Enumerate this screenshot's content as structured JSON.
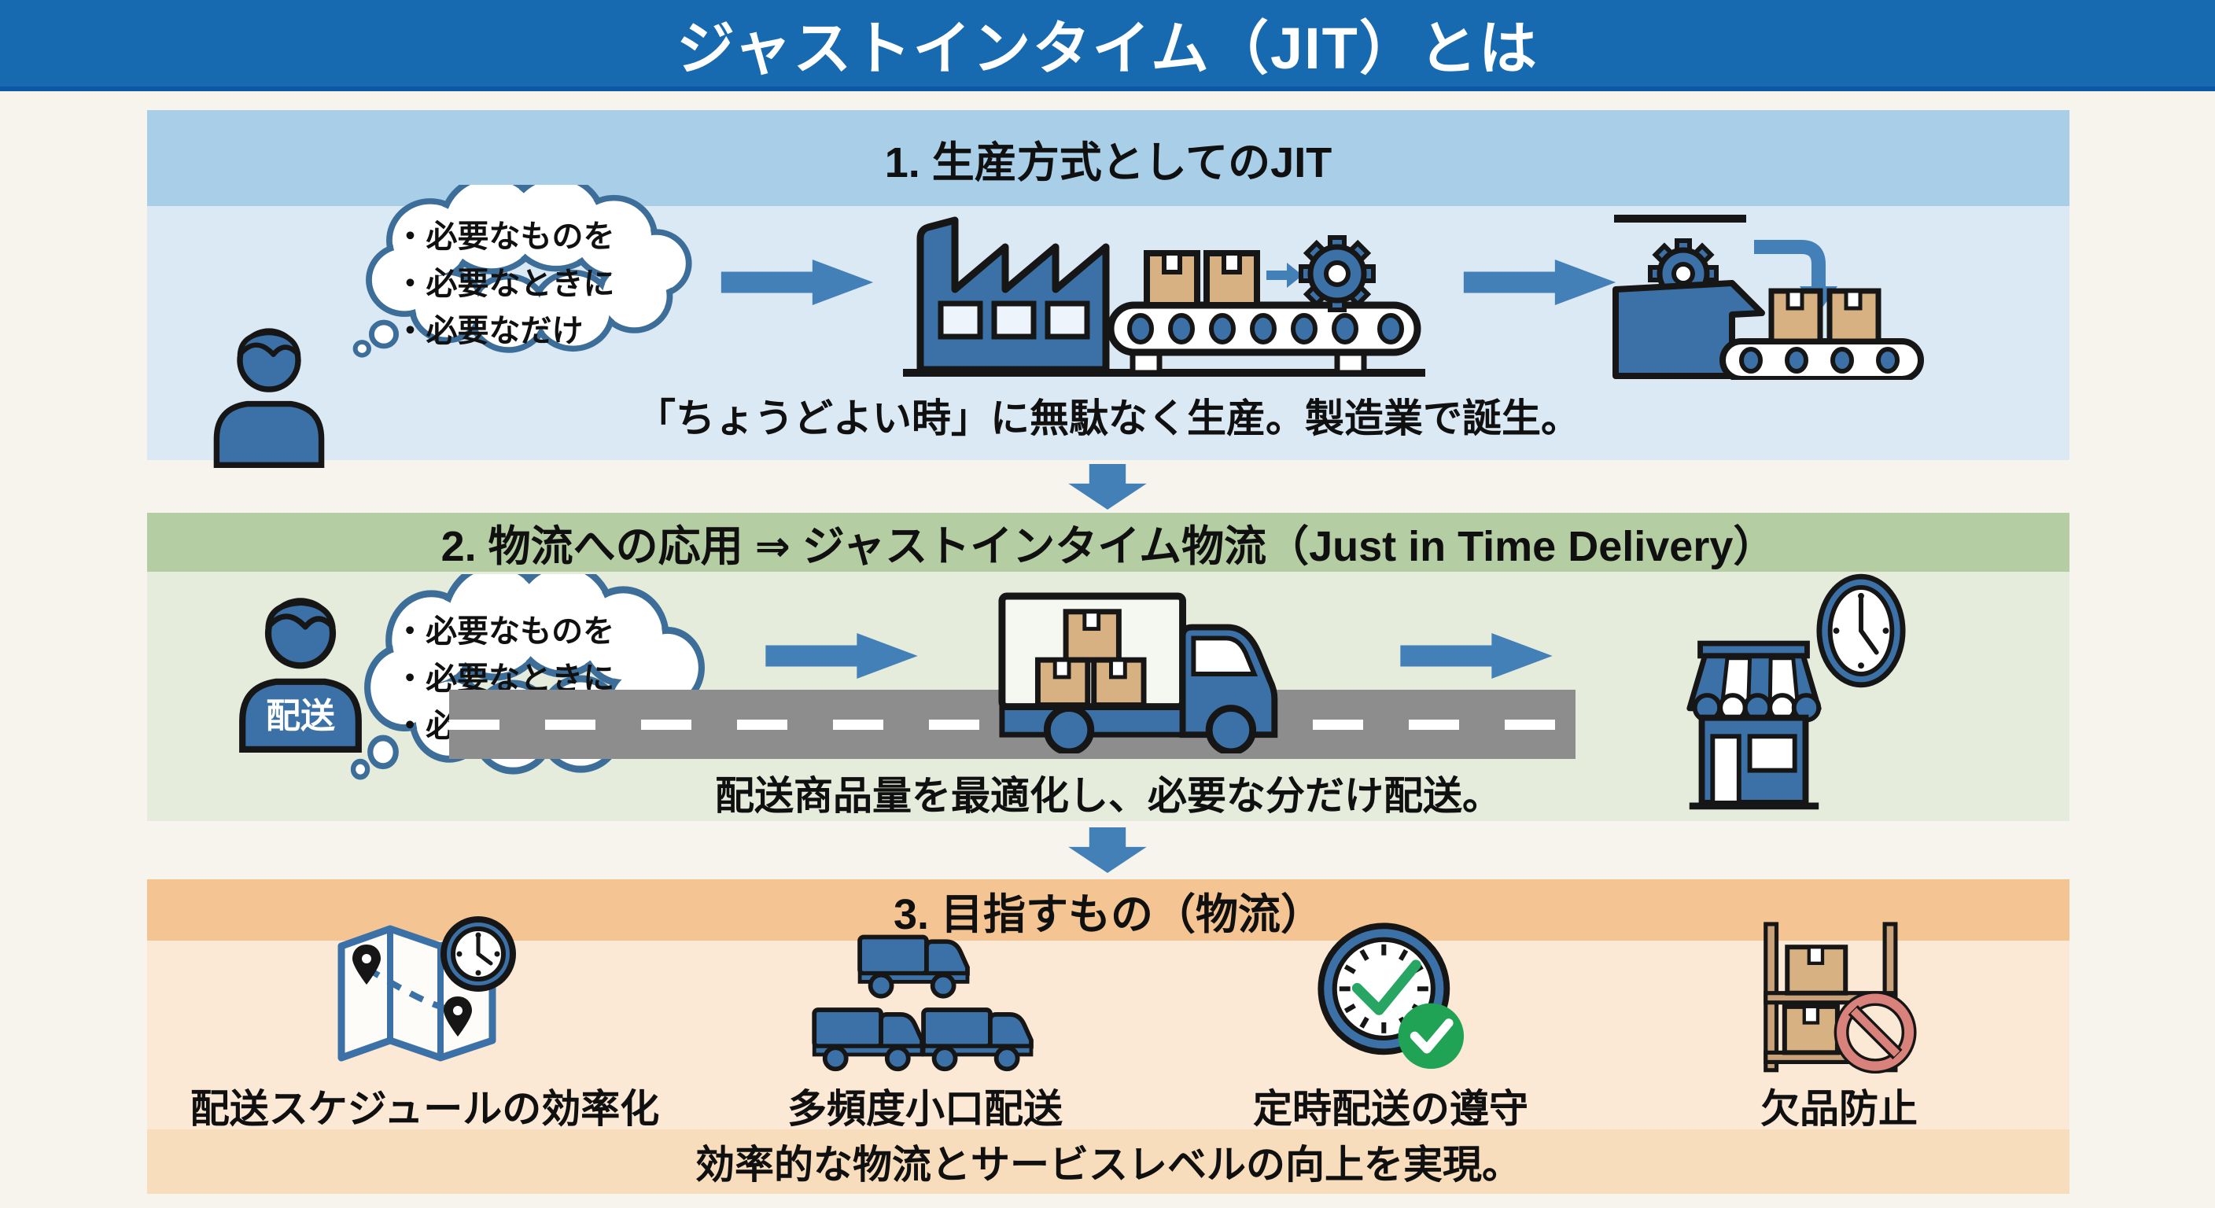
{
  "title": "ジャストインタイム（JIT）とは",
  "colors": {
    "header_bar": "#1769b0",
    "section1_header": "#a8cee8",
    "section1_body": "#dbe9f5",
    "section2_header": "#b4cda2",
    "section2_body": "#e5ecdc",
    "section3_header": "#f4c492",
    "section3_body": "#fbe9d6",
    "section3_footer": "#f8ddbd",
    "arrow_blue": "#4480b8",
    "icon_blue": "#3b71a7",
    "box_tan": "#d8b183",
    "road_gray": "#8d8d8d",
    "check_green": "#21a355",
    "prohibition_red": "#d9827b"
  },
  "sections": [
    {
      "heading": "1. 生産方式としてのJIT",
      "thought_bubble": [
        "・必要なものを",
        "・必要なときに",
        "・必要なだけ"
      ],
      "caption": "「ちょうどよい時」に無駄なく生産。製造業で誕生。"
    },
    {
      "heading": "2. 物流への応用 ⇒ ジャストインタイム物流（Just in Time Delivery）",
      "person_label": "配送",
      "thought_bubble": [
        "・必要なものを",
        "・必要なときに",
        "・必要なだけ"
      ],
      "caption": "配送商品量を最適化し、必要な分だけ配送。"
    },
    {
      "heading": "3. 目指すもの（物流）",
      "items": [
        {
          "icon": "map-clock-icon",
          "label": "配送スケジュールの効率化"
        },
        {
          "icon": "trucks-icon",
          "label": "多頻度小口配送"
        },
        {
          "icon": "clock-check-icon",
          "label": "定時配送の遵守"
        },
        {
          "icon": "shelf-stockout-icon",
          "label": "欠品防止"
        }
      ],
      "caption": "効率的な物流とサービスレベルの向上を実現。"
    }
  ]
}
